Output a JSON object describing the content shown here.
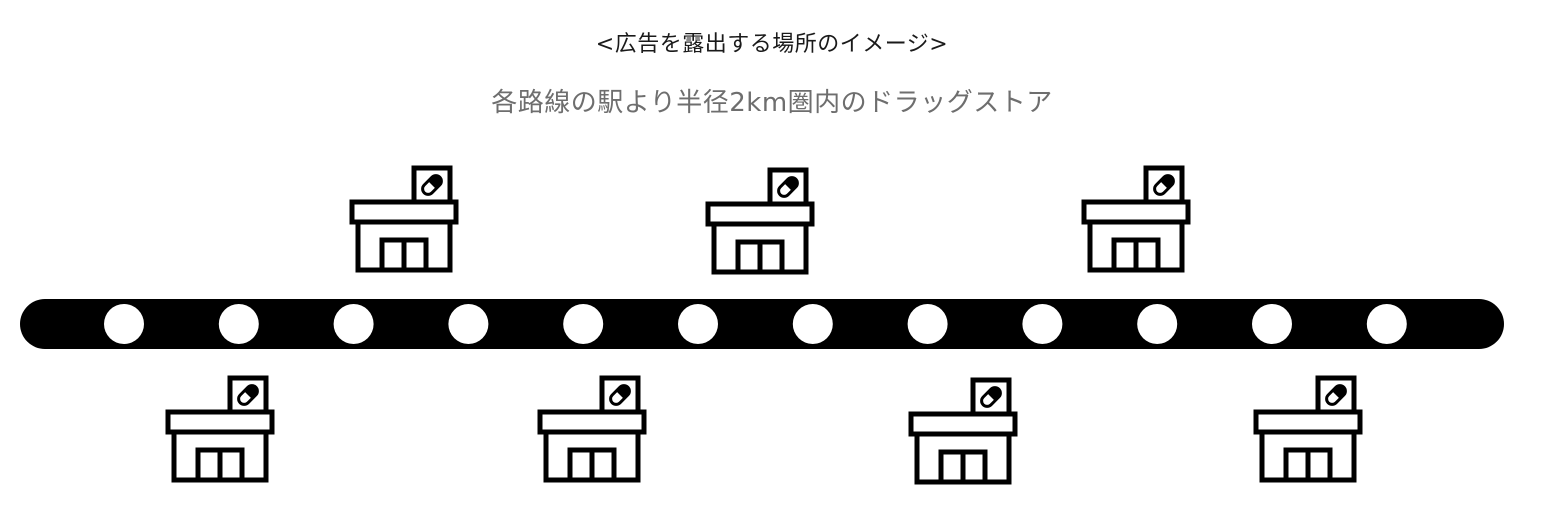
{
  "header": {
    "title": "<広告を露出する場所のイメージ>",
    "subtitle": "各路線の駅より半径2km圏内のドラッグストア"
  },
  "diagram": {
    "station_count": 12,
    "drugstores_above_line": 3,
    "drugstores_below_line": 4,
    "colors": {
      "line": "#000000",
      "station": "#ffffff",
      "building_stroke": "#000000",
      "building_fill": "#ffffff",
      "title_text": "#1a1a1a",
      "subtitle_text": "#6e6e6e"
    },
    "icons": {
      "store": "drugstore-building-icon",
      "sign": "pill-capsule-icon",
      "station": "station-dot"
    }
  }
}
